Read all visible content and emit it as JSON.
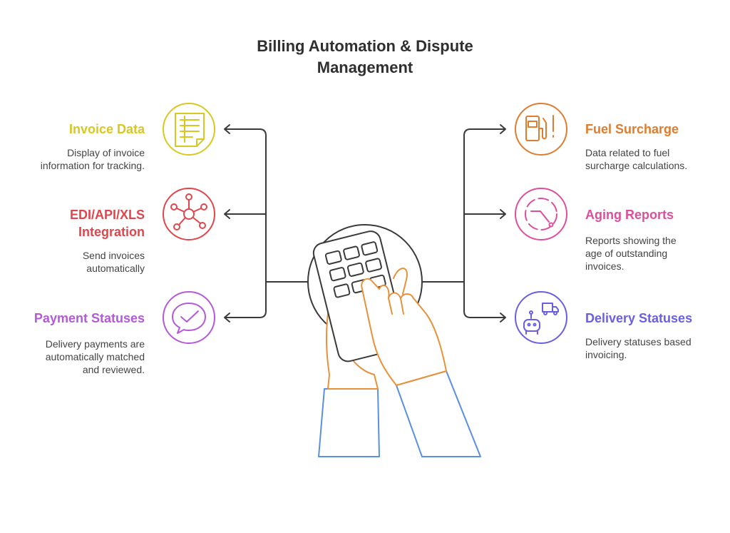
{
  "title": {
    "line1": "Billing Automation & Dispute",
    "line2": "Management"
  },
  "colors": {
    "invoice": "#d9c81f",
    "edi": "#e0464b",
    "payment": "#b45ad8",
    "fuel": "#e07c2e",
    "aging": "#dc4f9c",
    "delivery": "#6a5fe0",
    "hand": "#e8913a",
    "sleeve": "#5b8fe0",
    "line": "#3a3a3a"
  },
  "items": {
    "invoice": {
      "heading": "Invoice Data",
      "description": "Display of invoice\ninformation for tracking.",
      "icon": "document-lines-icon"
    },
    "edi": {
      "heading": "EDI/API/XLS\nIntegration",
      "description": "Send invoices\nautomatically",
      "icon": "network-nodes-icon"
    },
    "payment": {
      "heading": "Payment Statuses",
      "description": "Delivery payments are\nautomatically matched\nand reviewed.",
      "icon": "chat-check-icon"
    },
    "fuel": {
      "heading": "Fuel Surcharge",
      "description": "Data related to fuel\nsurcharge calculations.",
      "icon": "fuel-pump-icon"
    },
    "aging": {
      "heading": "Aging Reports",
      "description": "Reports showing the\nage of outstanding\ninvoices.",
      "icon": "clock-dashed-icon"
    },
    "delivery": {
      "heading": "Delivery Statuses",
      "description": "Delivery statuses based\ninvoicing.",
      "icon": "delivery-robot-icon"
    }
  }
}
